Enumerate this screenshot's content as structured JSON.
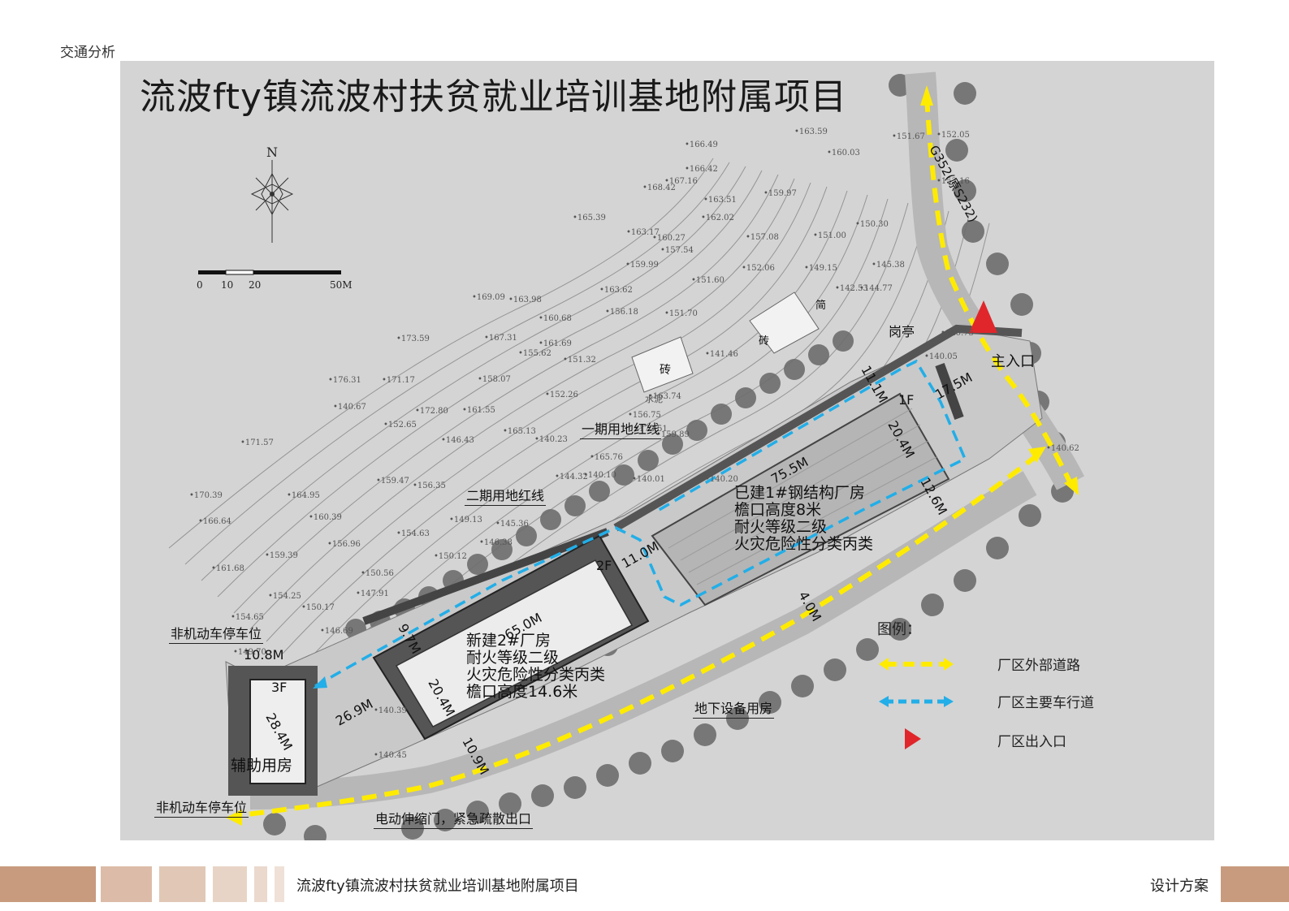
{
  "section_label": "交通分析",
  "title": "流波fty镇流波村扶贫就业培训基地附属项目",
  "compass": {
    "north_label": "N"
  },
  "scale_bar": {
    "labels": [
      "0",
      "10",
      "20",
      "50M"
    ]
  },
  "labels": {
    "gate_house": "岗亭",
    "main_entrance": "主入口",
    "phase1_redline": "一期用地红线",
    "phase2_redline": "二期用地红线",
    "nonmotor_parking_top": "非机动车停车位",
    "nonmotor_parking_bottom": "非机动车停车位",
    "underground_room": "地下设备用房",
    "electric_gate": "电动伸缩门，紧急疏散出口",
    "road_name": "G352(原S232)",
    "brick": "砖",
    "cement": "水泥",
    "brick2": "砖",
    "simple": "简"
  },
  "buildings": {
    "b1": {
      "floors": "1F",
      "lines": [
        "已建1#钢结构厂房",
        "檐口高度8米",
        "耐火等级二级",
        "火灾危险性分类丙类"
      ]
    },
    "b2": {
      "floors": "2F",
      "lines": [
        "新建2#厂房",
        "耐火等级二级",
        "火灾危险性分类丙类",
        "檐口高度14.6米"
      ]
    },
    "b3": {
      "floors": "3F",
      "name": "辅助用房"
    }
  },
  "dimensions": {
    "d1": "11.1M",
    "d2": "17.5M",
    "d3": "20.4M",
    "d4": "75.5M",
    "d5": "12.6M",
    "d6": "11.0M",
    "d7": "65.0M",
    "d8": "9.7M",
    "d9": "20.4M",
    "d10": "10.8M",
    "d11": "28.4M",
    "d12": "26.9M",
    "d13": "10.9M",
    "d14": "4.0M"
  },
  "elevations": [
    "163.59",
    "151.67",
    "152.05",
    "166.49",
    "160.03",
    "166.42",
    "167.16",
    "153.16",
    "168.42",
    "163.51",
    "159.97",
    "165.39",
    "162.02",
    "150.30",
    "163.17",
    "160.27",
    "157.08",
    "151.00",
    "157.54",
    "159.99",
    "152.06",
    "149.15",
    "145.38",
    "151.60",
    "144.77",
    "142.53",
    "169.09",
    "163.62",
    "163.98",
    "156.18",
    "151.70",
    "160.68",
    "173.59",
    "167.31",
    "161.69",
    "155.62",
    "141.46",
    "151.32",
    "176.31",
    "171.17",
    "158.07",
    "152.26",
    "163.74",
    "140.67",
    "172.80",
    "161.55",
    "165.13",
    "156.75",
    "152.65",
    "146.43",
    "140.23",
    "172.51",
    "165.76",
    "159.89",
    "140.01",
    "171.57",
    "159.47",
    "156.35",
    "144.32",
    "140.10",
    "140.20",
    "170.39",
    "164.95",
    "166.64",
    "160.39",
    "149.13",
    "145.36",
    "154.63",
    "146.38",
    "161.68",
    "156.96",
    "159.39",
    "150.12",
    "150.56",
    "154.25",
    "147.91",
    "150.17",
    "154.65",
    "146.69",
    "149.70",
    "140.39",
    "140.45",
    "140.75",
    "140.05",
    "140.62"
  ],
  "legend": {
    "title": "图例：",
    "items": [
      {
        "label": "厂区外部道路",
        "color": "#ffeb00",
        "icon": "yellow-dashed-arrow"
      },
      {
        "label": "厂区主要车行道",
        "color": "#22aee8",
        "icon": "blue-dashed-arrow"
      },
      {
        "label": "厂区出入口",
        "color": "#e0262b",
        "icon": "red-triangle"
      }
    ]
  },
  "footer": {
    "title": "流波fty镇流波村扶贫就业培训基地附属项目",
    "right": "设计方案",
    "colors": [
      "#c89a7e",
      "#dcbca8",
      "#e8d4c6"
    ]
  }
}
